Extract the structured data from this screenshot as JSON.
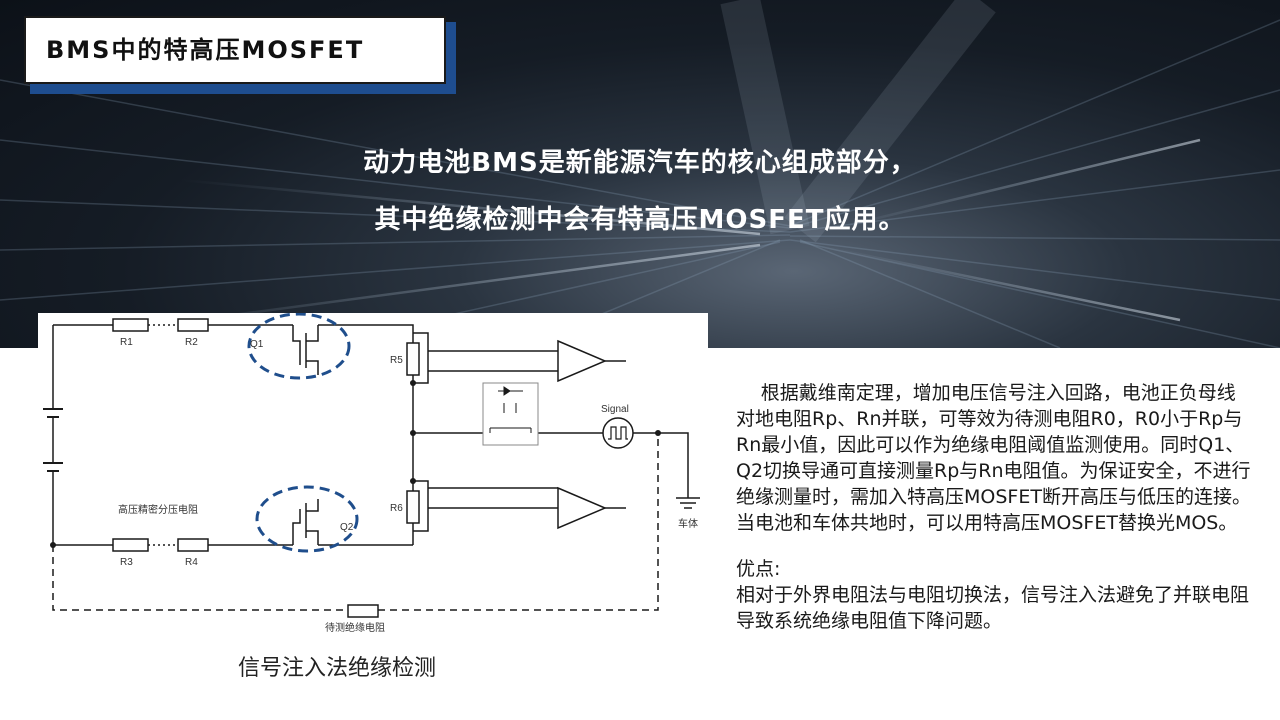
{
  "slide": {
    "title": "BMS中的特高压MOSFET",
    "hero_line1": "动力电池BMS是新能源汽车的核心组成部分，",
    "hero_line2": "其中绝缘检测中会有特高压MOSFET应用。",
    "caption": "信号注入法绝缘检测"
  },
  "diagram": {
    "labels": {
      "r1": "R1",
      "r2": "R2",
      "r3": "R3",
      "r4": "R4",
      "r5": "R5",
      "r6": "R6",
      "q1": "Q1",
      "q2": "Q2",
      "signal": "Signal",
      "divider": "高压精密分压电阻",
      "chassis": "车体",
      "insulation": "待测绝缘电阻"
    }
  },
  "description": {
    "paragraph1": "根据戴维南定理，增加电压信号注入回路，电池正负母线对地电阻Rp、Rn并联，可等效为待测电阻R0，R0小于Rp与Rn最小值，因此可以作为绝缘电阻阈值监测使用。同时Q1、Q2切换导通可直接测量Rp与Rn电阻值。为保证安全，不进行绝缘测量时，需加入特高压MOSFET断开高压与低压的连接。当电池和车体共地时，可以用特高压MOSFET替换光MOS。",
    "advantage_heading": "优点:",
    "advantage_text": "相对于外界电阻法与电阻切换法，信号注入法避免了并联电阻导致系统绝缘电阻值下降问题。"
  },
  "colors": {
    "accent": "#1e4d8f",
    "dash_circle": "#1f4e8c"
  }
}
